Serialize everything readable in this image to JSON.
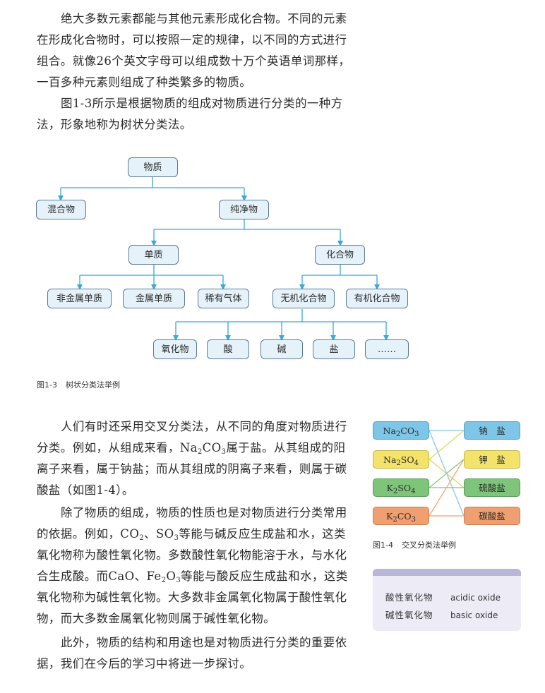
{
  "intro": {
    "p1": "绝大多数元素都能与其他元素形成化合物。不同的元素在形成化合物时，可以按照一定的规律，以不同的方式进行组合。就像26个英文字母可以组成数十万个英语单词那样，一百多种元素则组成了种类繁多的物质。",
    "p2": "图1-3所示是根据物质的组成对物质进行分类的一种方法，形象地称为树状分类法。"
  },
  "tree": {
    "root": "物质",
    "mixture": "混合物",
    "pure": "纯净物",
    "element": "单质",
    "compound": "化合物",
    "nonmetal": "非金属单质",
    "metal": "金属单质",
    "noble": "稀有气体",
    "inorganic": "无机化合物",
    "organic": "有机化合物",
    "oxide": "氧化物",
    "acid": "酸",
    "base": "碱",
    "salt": "盐",
    "etc": "……"
  },
  "fig13_caption": {
    "num": "图1-3",
    "text": "树状分类法举例"
  },
  "body": {
    "p3_a": "人们有时还采用交叉分类法，从不同的角度对物质进行分类。例如，从组成来看，Na",
    "p3_sub": "2",
    "p3_b": "CO",
    "p3_sub2": "3",
    "p3_c": "属于盐。从其组成的阳离子来看，属于钠盐；而从其组成的阴离子来看，则属于碳酸盐（如图1-4）。",
    "p4_a": "除了物质的组成，物质的性质也是对物质进行分类常用的依据。例如，CO",
    "p4_s1": "2",
    "p4_b": "、SO",
    "p4_s2": "3",
    "p4_c": "等能与碱反应生成盐和水，这类氧化物称为酸性氧化物。多数酸性氧化物能溶于水，与水化合生成酸。而CaO、Fe",
    "p4_s3": "2",
    "p4_d": "O",
    "p4_s4": "3",
    "p4_e": "等能与酸反应生成盐和水，这类氧化物称为碱性氧化物。大多数非金属氧化物属于酸性氧化物，而大多数金属氧化物则属于碱性氧化物。",
    "p5": "此外，物质的结构和用途也是对物质进行分类的重要依据，我们在今后的学习中将进一步探讨。"
  },
  "cross": {
    "left": [
      {
        "a": "Na",
        "s1": "2",
        "b": "CO",
        "s2": "3",
        "color": "#7ec6e8"
      },
      {
        "a": "Na",
        "s1": "2",
        "b": "SO",
        "s2": "4",
        "color": "#f4e36a"
      },
      {
        "a": "K",
        "s1": "2",
        "b": "SO",
        "s2": "4",
        "color": "#7ec47a"
      },
      {
        "a": "K",
        "s1": "2",
        "b": "CO",
        "s2": "3",
        "color": "#f0a070"
      }
    ],
    "right": [
      "钠　盐",
      "钾　盐",
      "硫酸盐",
      "碳酸盐"
    ]
  },
  "fig14_caption": {
    "num": "图1-4",
    "text": "交叉分类法举例"
  },
  "glossary": [
    {
      "zh": "酸性氧化物",
      "en": "acidic oxide"
    },
    {
      "zh": "碱性氧化物",
      "en": "basic oxide"
    }
  ]
}
